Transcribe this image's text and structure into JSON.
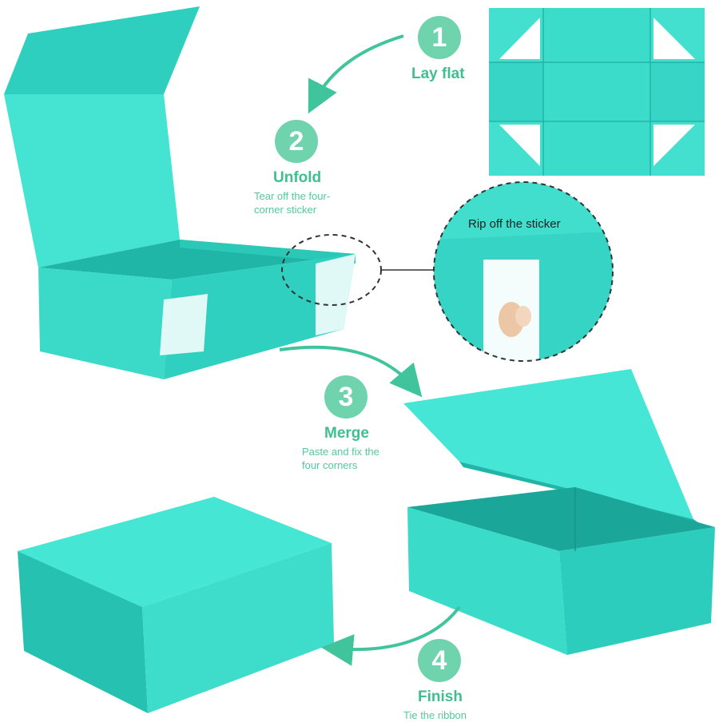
{
  "colors": {
    "box_light": "#48e6d4",
    "box_mid": "#33d3c3",
    "box_dark": "#1fb6a7",
    "box_edge": "#18a597",
    "badge": "#6fd3ae",
    "step_text": "#3fbf8f",
    "arrow": "#3fc49b"
  },
  "steps": [
    {
      "number": "1",
      "title": "Lay flat",
      "description": ""
    },
    {
      "number": "2",
      "title": "Unfold",
      "description": "Tear off the four-corner sticker"
    },
    {
      "number": "3",
      "title": "Merge",
      "description": "Paste and fix the four corners"
    },
    {
      "number": "4",
      "title": "Finish",
      "description": "Tie the ribbon"
    }
  ],
  "callout": {
    "label": "Rip off the sticker"
  }
}
